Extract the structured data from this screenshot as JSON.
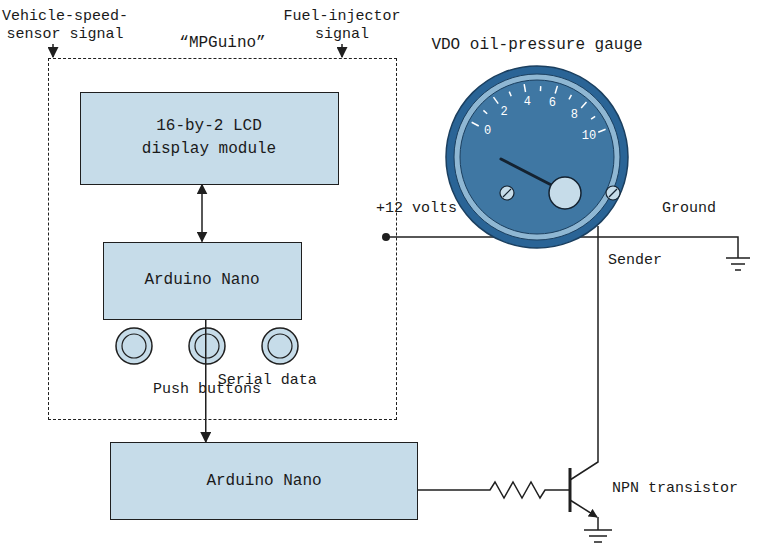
{
  "diagram": {
    "nodes": [
      {
        "text": [
          "“MPGuino”"
        ]
      },
      {
        "text": [
          "16-by-2 LCD display module"
        ],
        "in": 0
      },
      {
        "text": [
          "Arduino Nano"
        ],
        "in": 0
      },
      {
        "text": [
          "VDO oil-pressure gauge",
          "0",
          "2",
          "4",
          "6",
          "8",
          "10"
        ]
      },
      {
        "text": [
          "Arduino Nano"
        ]
      }
    ],
    "edges": [
      {
        "from": 1,
        "to": 2,
        "arrow": "both"
      },
      {
        "from": 2,
        "to": 4,
        "arrow": "to",
        "label": "Serial data"
      }
    ],
    "labels": [
      "Vehicle-speed-sensor signal",
      "Fuel-injector signal",
      "+12 volts",
      "Ground",
      "Sender",
      "Push buttons",
      "NPN transistor"
    ]
  }
}
